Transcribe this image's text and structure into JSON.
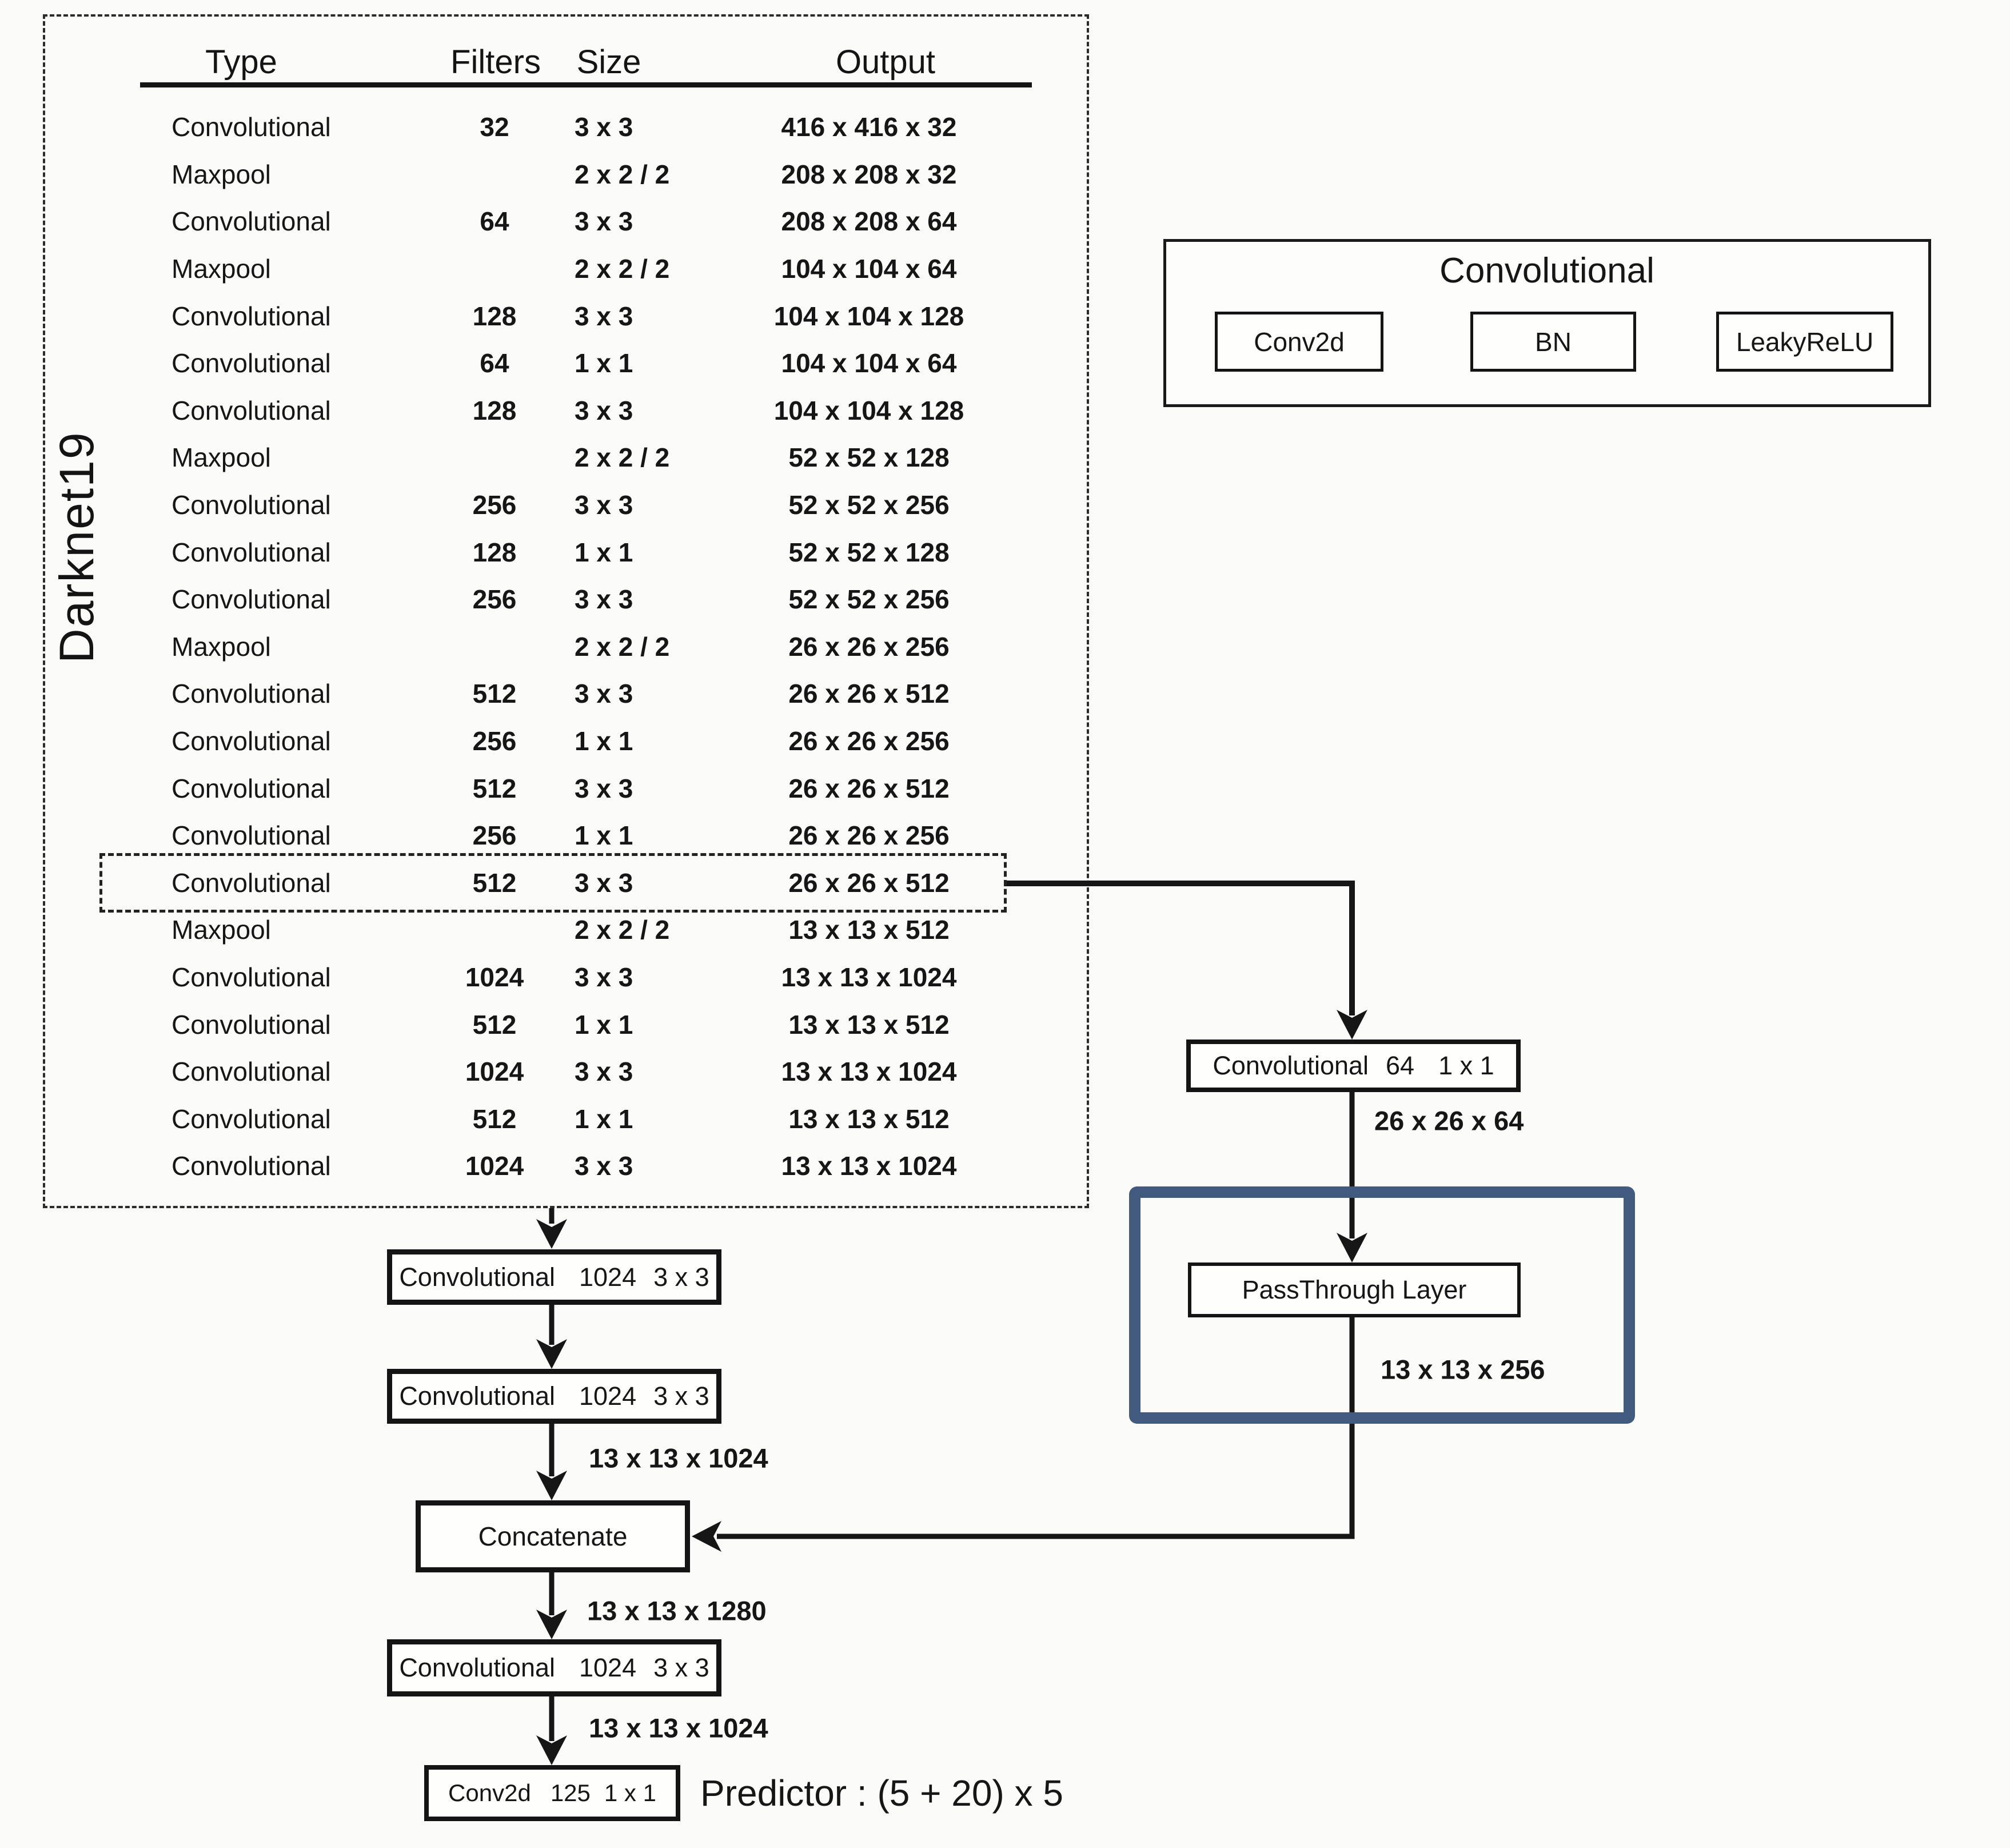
{
  "darknet_panel": {
    "side_label": "Darknet19",
    "table": {
      "headers": [
        "Type",
        "Filters",
        "Size",
        "Output"
      ],
      "rows": [
        {
          "type": "Convolutional",
          "filters": "32",
          "size": "3 x 3",
          "output": "416 x 416 x 32",
          "highlight": false
        },
        {
          "type": "Maxpool",
          "filters": "",
          "size": "2 x 2 / 2",
          "output": "208 x 208 x 32",
          "highlight": false
        },
        {
          "type": "Convolutional",
          "filters": "64",
          "size": "3 x 3",
          "output": "208 x 208 x 64",
          "highlight": false
        },
        {
          "type": "Maxpool",
          "filters": "",
          "size": "2 x 2 / 2",
          "output": "104 x 104 x 64",
          "highlight": false
        },
        {
          "type": "Convolutional",
          "filters": "128",
          "size": "3 x 3",
          "output": "104 x 104 x 128",
          "highlight": false
        },
        {
          "type": "Convolutional",
          "filters": "64",
          "size": "1 x 1",
          "output": "104 x 104 x 64",
          "highlight": false
        },
        {
          "type": "Convolutional",
          "filters": "128",
          "size": "3 x 3",
          "output": "104 x 104 x 128",
          "highlight": false
        },
        {
          "type": "Maxpool",
          "filters": "",
          "size": "2 x 2 / 2",
          "output": "52 x 52 x 128",
          "highlight": false
        },
        {
          "type": "Convolutional",
          "filters": "256",
          "size": "3 x 3",
          "output": "52 x 52 x 256",
          "highlight": false
        },
        {
          "type": "Convolutional",
          "filters": "128",
          "size": "1 x 1",
          "output": "52 x 52 x 128",
          "highlight": false
        },
        {
          "type": "Convolutional",
          "filters": "256",
          "size": "3 x 3",
          "output": "52 x 52 x 256",
          "highlight": false
        },
        {
          "type": "Maxpool",
          "filters": "",
          "size": "2 x 2 / 2",
          "output": "26 x 26 x 256",
          "highlight": false
        },
        {
          "type": "Convolutional",
          "filters": "512",
          "size": "3 x 3",
          "output": "26 x 26 x 512",
          "highlight": false
        },
        {
          "type": "Convolutional",
          "filters": "256",
          "size": "1 x 1",
          "output": "26 x 26 x 256",
          "highlight": false
        },
        {
          "type": "Convolutional",
          "filters": "512",
          "size": "3 x 3",
          "output": "26 x 26 x 512",
          "highlight": false
        },
        {
          "type": "Convolutional",
          "filters": "256",
          "size": "1 x 1",
          "output": "26 x 26 x 256",
          "highlight": false
        },
        {
          "type": "Convolutional",
          "filters": "512",
          "size": "3 x 3",
          "output": "26 x 26 x 512",
          "highlight": true
        },
        {
          "type": "Maxpool",
          "filters": "",
          "size": "2 x 2 / 2",
          "output": "13 x 13 x 512",
          "highlight": false
        },
        {
          "type": "Convolutional",
          "filters": "1024",
          "size": "3 x 3",
          "output": "13 x 13 x 1024",
          "highlight": false
        },
        {
          "type": "Convolutional",
          "filters": "512",
          "size": "1 x 1",
          "output": "13 x 13 x 512",
          "highlight": false
        },
        {
          "type": "Convolutional",
          "filters": "1024",
          "size": "3 x 3",
          "output": "13 x 13 x 1024",
          "highlight": false
        },
        {
          "type": "Convolutional",
          "filters": "512",
          "size": "1 x 1",
          "output": "13 x 13 x 512",
          "highlight": false
        },
        {
          "type": "Convolutional",
          "filters": "1024",
          "size": "3 x 3",
          "output": "13 x 13 x 1024",
          "highlight": false
        }
      ]
    }
  },
  "legend": {
    "title": "Convolutional",
    "stages": {
      "conv2d": "Conv2d",
      "bn": "BN",
      "leakyrelu": "LeakyReLU"
    }
  },
  "branch": {
    "conv64": {
      "type": "Convolutional",
      "filters": "64",
      "size": "1 x 1"
    },
    "dim_in": "26 x 26 x 64",
    "passthrough_label": "PassThrough Layer",
    "dim_out": "13 x 13 x 256",
    "accent_color": "#415a7d"
  },
  "head_flow": {
    "conv_a": {
      "type": "Convolutional",
      "filters": "1024",
      "size": "3 x 3"
    },
    "conv_b": {
      "type": "Convolutional",
      "filters": "1024",
      "size": "3 x 3"
    },
    "concat_label": "Concatenate",
    "conv_c": {
      "type": "Convolutional",
      "filters": "1024",
      "size": "3 x 3"
    },
    "conv2d": {
      "type": "Conv2d",
      "filters": "125",
      "size": "1 x 1"
    },
    "labels": {
      "b_to_concat": "13 x 13 x 1024",
      "concat_to_c": "13 x 13 x 1280",
      "c_to_conv2d": "13 x 13 x 1024"
    },
    "predictor": "Predictor : (5 + 20) x 5"
  }
}
